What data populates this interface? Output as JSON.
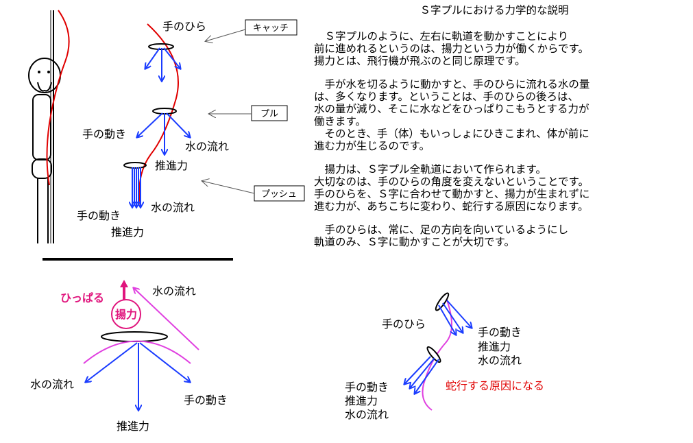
{
  "explanation": {
    "title": "Ｓ字プルにおける力学的な説明",
    "paragraphs": [
      "　Ｓ字プルのように、左右に軌道を動かすことにより\n前に進めれるというのは、揚力という力が働くからです。\n揚力とは、飛行機が飛ぶのと同じ原理です。",
      "　手が水を切るように動かすと、手のひらに流れる水の量\nは、多くなります。ということは、手のひらの後ろは、\n水の量が減り、そこに水などをひっぱりこもうとする力が\n働きます。",
      "　そのとき、手（体）もいっしょにひきこまれ、体が前に\n進む力が生じるのです。",
      "　揚力は、Ｓ字プル全軌道において作られます。\n大切なのは、手のひらの角度を変えないということです。\n手のひらを、Ｓ字に合わせて動かすと、揚力が生まれずに\n進む力が、あちこちに変わり、蛇行する原因になります。",
      "　手のひらは、常に、足の方向を向いているようにし\n軌道のみ、Ｓ字に動かすことが大切です。"
    ]
  },
  "diagram_top": {
    "palm_label": "手のひら",
    "phase_tags": [
      "キャッチ",
      "プル",
      "プッシュ"
    ],
    "pull": {
      "hand_motion": "手の動き",
      "water_flow": "水の流れ",
      "propulsion": "推進力"
    },
    "push": {
      "hand_motion": "手の動き",
      "water_flow": "水の流れ",
      "propulsion": "推進力"
    }
  },
  "diagram_lift": {
    "pull_label": "ひっぱる",
    "lift_label": "揚力",
    "water_flow_top": "水の流れ",
    "water_flow_left": "水の流れ",
    "hand_motion": "手の動き",
    "propulsion": "推進力"
  },
  "diagram_wrong": {
    "palm_label": "手のひら",
    "upper": [
      "手の動き",
      "推進力",
      "水の流れ"
    ],
    "lower": [
      "手の動き",
      "推進力",
      "水の流れ"
    ],
    "cause_label": "蛇行する原因になる"
  },
  "colors": {
    "blue": "#1a3cff",
    "red": "#e00000",
    "pink": "#e0157d",
    "magenta": "#e040e0"
  }
}
